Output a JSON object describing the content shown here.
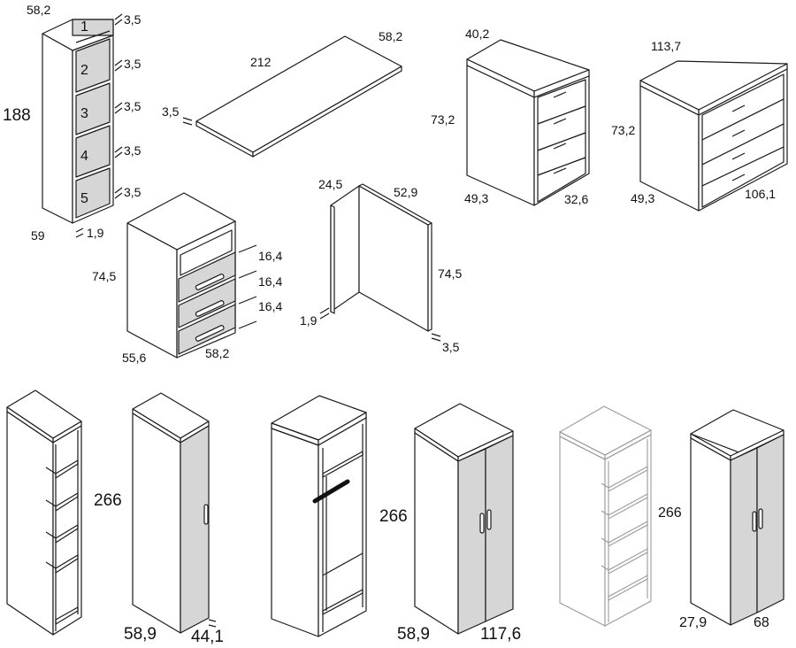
{
  "colors": {
    "line": "#1a1a1a",
    "door_fill": "#d6d6d6",
    "background": "#ffffff"
  },
  "bookcase_column": {
    "height": "188",
    "depth": "58,2",
    "width": "59",
    "board": "1,9",
    "shelf_numbers": [
      "1",
      "2",
      "3",
      "4",
      "5"
    ],
    "shelf_thickness": [
      "3,5",
      "3,5",
      "3,5",
      "3,5",
      "3,5"
    ]
  },
  "top_board": {
    "length": "212",
    "depth": "58,2",
    "thickness": "3,5"
  },
  "chest_small": {
    "depth_top": "40,2",
    "height": "73,2",
    "side": "49,3",
    "front": "32,6"
  },
  "chest_wide": {
    "width_top": "113,7",
    "height": "73,2",
    "side": "49,3",
    "front": "106,1"
  },
  "drawer_unit": {
    "height": "74,5",
    "depth": "55,6",
    "width": "58,2",
    "drawer_heights": [
      "16,4",
      "16,4",
      "16,4"
    ]
  },
  "corner_panel": {
    "side": "24,5",
    "back": "52,9",
    "height": "74,5",
    "board": "1,9",
    "thickness": "3,5"
  },
  "wardrobes": {
    "height_1": "266",
    "height_2": "266",
    "height_3": "266",
    "single_depth": "58,9",
    "single_width": "44,1",
    "double_depth": "58,9",
    "double_width": "117,6",
    "small_depth": "27,9",
    "small_width": "68"
  }
}
